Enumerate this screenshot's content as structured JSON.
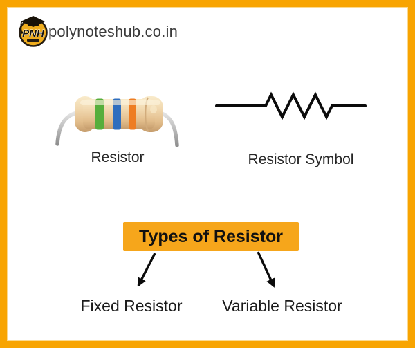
{
  "header": {
    "logo": {
      "text": "PNH"
    },
    "site_name": "polynoteshub.co.in"
  },
  "figures": {
    "resistor": {
      "caption": "Resistor"
    },
    "symbol": {
      "caption": "Resistor Symbol"
    }
  },
  "types_diagram": {
    "title": "Types of Resistor",
    "children": [
      {
        "label": "Fixed Resistor"
      },
      {
        "label": "Variable Resistor"
      }
    ]
  },
  "colors": {
    "frame_border": "#F8A401",
    "title_box_bg": "#F6A61B",
    "logo_circle": "#EFAD1E",
    "resistor_body": "#EDD0A4",
    "band_green": "#57AE3C",
    "band_blue": "#2F6EBE",
    "band_orange": "#EE7D23",
    "symbol_line": "#0B0B0B",
    "arrow": "#0B0B0B",
    "text_dark": "#3A3A3A"
  }
}
